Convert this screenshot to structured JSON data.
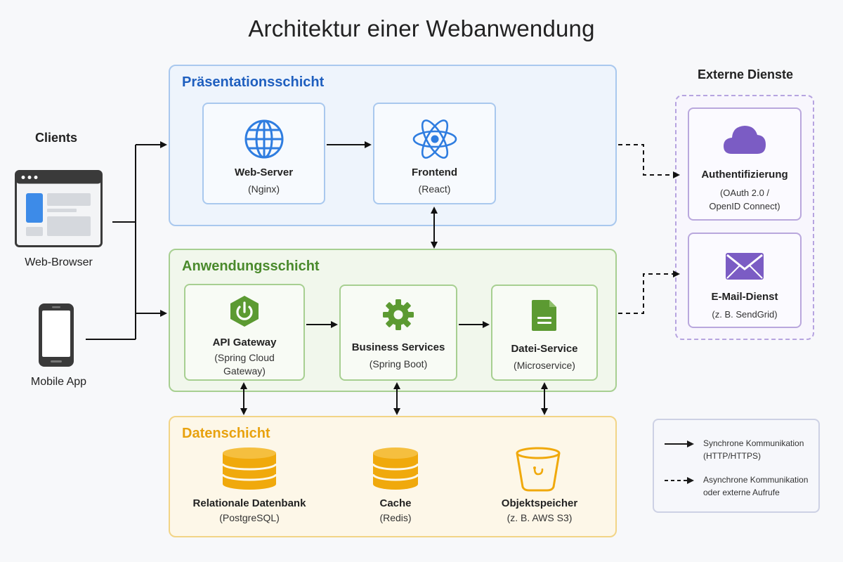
{
  "title": "Architektur einer Webanwendung",
  "clients": {
    "heading": "Clients",
    "browser": "Web-Browser",
    "mobile": "Mobile App"
  },
  "presentation": {
    "title": "Präsentationsschicht",
    "web_server": {
      "name": "Web-Server",
      "sub": "(Nginx)",
      "icon": "globe-icon"
    },
    "frontend": {
      "name": "Frontend",
      "sub": "(React)",
      "icon": "react-atom-icon"
    }
  },
  "application": {
    "title": "Anwendungsschicht",
    "gateway": {
      "name": "API Gateway",
      "sub1": "(Spring Cloud",
      "sub2": "Gateway)",
      "icon": "power-hexagon-icon"
    },
    "business": {
      "name": "Business Services",
      "sub": "(Spring Boot)",
      "icon": "gear-icon"
    },
    "file": {
      "name": "Datei-Service",
      "sub": "(Microservice)",
      "icon": "document-icon"
    }
  },
  "data": {
    "title": "Datenschicht",
    "db": {
      "name": "Relationale Datenbank",
      "sub": "(PostgreSQL)",
      "icon": "database-icon"
    },
    "cache": {
      "name": "Cache",
      "sub": "(Redis)",
      "icon": "database-icon"
    },
    "storage": {
      "name": "Objektspeicher",
      "sub": "(z. B. AWS S3)",
      "icon": "bucket-icon"
    }
  },
  "external": {
    "heading": "Externe Dienste",
    "auth": {
      "name": "Authentifizierung",
      "sub1": "(OAuth 2.0 /",
      "sub2": "OpenID Connect)",
      "icon": "cloud-icon"
    },
    "mail": {
      "name": "E-Mail-Dienst",
      "sub": "(z. B. SendGrid)",
      "icon": "envelope-icon"
    }
  },
  "legend": {
    "sync1": "Synchrone Kommunikation",
    "sync2": "(HTTP/HTTPS)",
    "async1": "Asynchrone Kommunikation",
    "async2": "oder externe Aufrufe"
  },
  "colors": {
    "presentation": "#1f5fbf",
    "application": "#4a8a2c",
    "data": "#e8a20f",
    "external": "#7b5cc4",
    "icon_blue": "#2f7de0",
    "icon_green": "#5c9a32",
    "icon_orange": "#f0a90c"
  }
}
